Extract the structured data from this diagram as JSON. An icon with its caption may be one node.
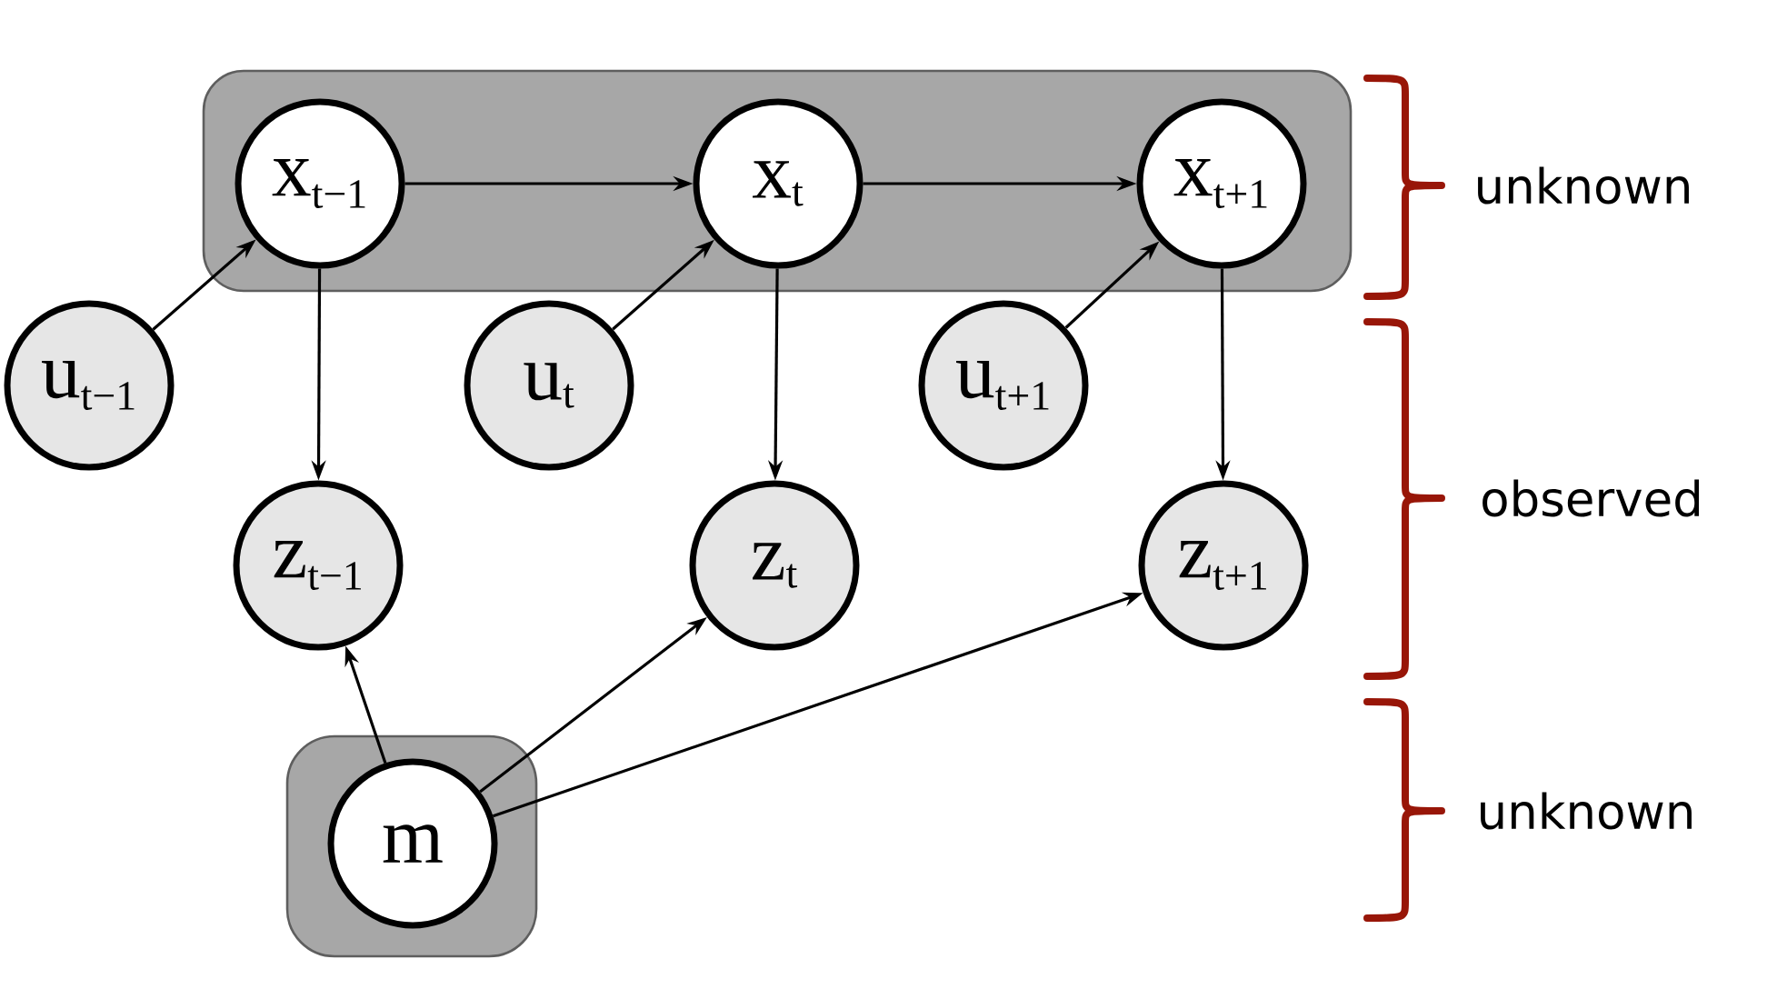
{
  "diagram": {
    "nodes": [
      {
        "text": [],
        "shape": "box"
      },
      {
        "text": [
          "x$_{t−1}$"
        ],
        "in": 0
      },
      {
        "text": [
          "x$_{t}$"
        ],
        "in": 0
      },
      {
        "text": [
          "x$_{t+1}$"
        ],
        "in": 0
      },
      {
        "text": [
          "u$_{t−1}$"
        ]
      },
      {
        "text": [
          "u$_{t}$"
        ]
      },
      {
        "text": [
          "u$_{t+1}$"
        ]
      },
      {
        "text": [
          "z$_{t−1}$"
        ]
      },
      {
        "text": [
          "z$_{t}$"
        ]
      },
      {
        "text": [
          "z$_{t+1}$"
        ]
      },
      {
        "text": [],
        "shape": "box"
      },
      {
        "text": [
          "m"
        ],
        "in": 10
      }
    ],
    "edges": [
      {
        "from": 1,
        "to": 2,
        "arrow": "to"
      },
      {
        "from": 2,
        "to": 3,
        "arrow": "to"
      },
      {
        "from": 4,
        "to": 1,
        "arrow": "to"
      },
      {
        "from": 5,
        "to": 2,
        "arrow": "to"
      },
      {
        "from": 6,
        "to": 3,
        "arrow": "to"
      },
      {
        "from": 1,
        "to": 7,
        "arrow": "to"
      },
      {
        "from": 2,
        "to": 8,
        "arrow": "to"
      },
      {
        "from": 3,
        "to": 9,
        "arrow": "to"
      },
      {
        "from": 11,
        "to": 7,
        "arrow": "to"
      },
      {
        "from": 11,
        "to": 8,
        "arrow": "to"
      },
      {
        "from": 11,
        "to": 9,
        "arrow": "to"
      }
    ],
    "labels": [
      "unknown",
      "observed",
      "unknown"
    ]
  }
}
